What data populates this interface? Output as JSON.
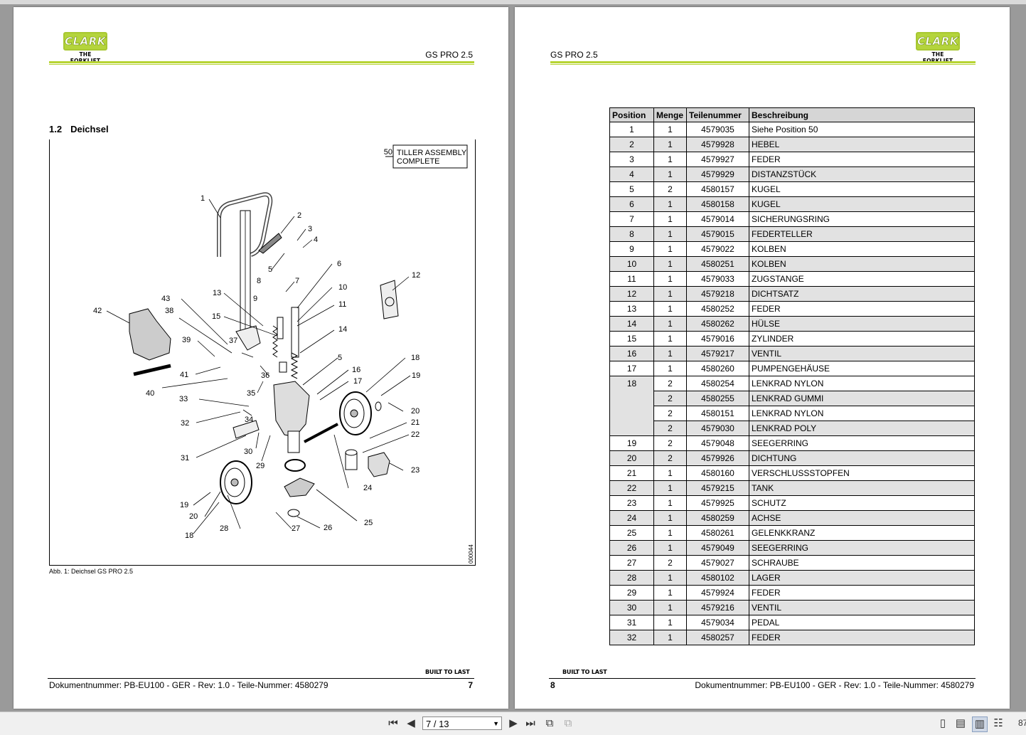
{
  "left_page": {
    "logo_text": "CLARK",
    "logo_sub": "THE FORKLIFT",
    "model": "GS PRO 2.5",
    "section_number": "1.2",
    "section_title": "Deichsel",
    "figure": {
      "callout_number": "50",
      "callout_line1": "TILLER ASSEMBLY",
      "callout_line2": "COMPLETE",
      "image_code": "000044",
      "part_labels": [
        "1",
        "2",
        "3",
        "4",
        "5",
        "6",
        "7",
        "8",
        "9",
        "10",
        "11",
        "12",
        "13",
        "14",
        "15",
        "5",
        "16",
        "17",
        "18",
        "19",
        "20",
        "21",
        "22",
        "23",
        "24",
        "25",
        "26",
        "27",
        "28",
        "18",
        "20",
        "19",
        "29",
        "30",
        "31",
        "32",
        "33",
        "34",
        "35",
        "36",
        "37",
        "38",
        "39",
        "40",
        "41",
        "42",
        "43"
      ]
    },
    "caption": "Abb. 1: Deichsel GS PRO 2.5",
    "built_to_last": "BUILT TO LAST",
    "footer_doc": "Dokumentnummer: PB-EU100 - GER - Rev: 1.0 - Teile-Nummer: 4580279",
    "page_number": "7"
  },
  "right_page": {
    "logo_text": "CLARK",
    "logo_sub": "THE FORKLIFT",
    "model": "GS PRO 2.5",
    "table": {
      "headers": [
        "Position",
        "Menge",
        "Teilenummer",
        "Beschreibung"
      ],
      "rows": [
        {
          "pos": "1",
          "qty": "1",
          "part": "4579035",
          "desc": "Siehe Position 50"
        },
        {
          "pos": "2",
          "qty": "1",
          "part": "4579928",
          "desc": "HEBEL"
        },
        {
          "pos": "3",
          "qty": "1",
          "part": "4579927",
          "desc": "FEDER"
        },
        {
          "pos": "4",
          "qty": "1",
          "part": "4579929",
          "desc": "DISTANZSTÜCK"
        },
        {
          "pos": "5",
          "qty": "2",
          "part": "4580157",
          "desc": "KUGEL"
        },
        {
          "pos": "6",
          "qty": "1",
          "part": "4580158",
          "desc": "KUGEL"
        },
        {
          "pos": "7",
          "qty": "1",
          "part": "4579014",
          "desc": "SICHERUNGSRING"
        },
        {
          "pos": "8",
          "qty": "1",
          "part": "4579015",
          "desc": "FEDERTELLER"
        },
        {
          "pos": "9",
          "qty": "1",
          "part": "4579022",
          "desc": "KOLBEN"
        },
        {
          "pos": "10",
          "qty": "1",
          "part": "4580251",
          "desc": "KOLBEN"
        },
        {
          "pos": "11",
          "qty": "1",
          "part": "4579033",
          "desc": "ZUGSTANGE"
        },
        {
          "pos": "12",
          "qty": "1",
          "part": "4579218",
          "desc": "DICHTSATZ"
        },
        {
          "pos": "13",
          "qty": "1",
          "part": "4580252",
          "desc": "FEDER"
        },
        {
          "pos": "14",
          "qty": "1",
          "part": "4580262",
          "desc": "HÜLSE"
        },
        {
          "pos": "15",
          "qty": "1",
          "part": "4579016",
          "desc": "ZYLINDER"
        },
        {
          "pos": "16",
          "qty": "1",
          "part": "4579217",
          "desc": "VENTIL"
        },
        {
          "pos": "17",
          "qty": "1",
          "part": "4580260",
          "desc": "PUMPENGEHÄUSE"
        }
      ],
      "group18": {
        "pos": "18",
        "items": [
          {
            "qty": "2",
            "part": "4580254",
            "desc": "LENKRAD NYLON"
          },
          {
            "qty": "2",
            "part": "4580255",
            "desc": "LENKRAD GUMMI"
          },
          {
            "qty": "2",
            "part": "4580151",
            "desc": "LENKRAD NYLON"
          },
          {
            "qty": "2",
            "part": "4579030",
            "desc": "LENKRAD POLY"
          }
        ]
      },
      "rows_after": [
        {
          "pos": "19",
          "qty": "2",
          "part": "4579048",
          "desc": "SEEGERRING"
        },
        {
          "pos": "20",
          "qty": "2",
          "part": "4579926",
          "desc": "DICHTUNG"
        },
        {
          "pos": "21",
          "qty": "1",
          "part": "4580160",
          "desc": "VERSCHLUSSSTOPFEN"
        },
        {
          "pos": "22",
          "qty": "1",
          "part": "4579215",
          "desc": "TANK"
        },
        {
          "pos": "23",
          "qty": "1",
          "part": "4579925",
          "desc": "SCHUTZ"
        },
        {
          "pos": "24",
          "qty": "1",
          "part": "4580259",
          "desc": "ACHSE"
        },
        {
          "pos": "25",
          "qty": "1",
          "part": "4580261",
          "desc": "GELENKKRANZ"
        },
        {
          "pos": "26",
          "qty": "1",
          "part": "4579049",
          "desc": "SEEGERRING"
        },
        {
          "pos": "27",
          "qty": "2",
          "part": "4579027",
          "desc": "SCHRAUBE"
        },
        {
          "pos": "28",
          "qty": "1",
          "part": "4580102",
          "desc": "LAGER"
        },
        {
          "pos": "29",
          "qty": "1",
          "part": "4579924",
          "desc": "FEDER"
        },
        {
          "pos": "30",
          "qty": "1",
          "part": "4579216",
          "desc": "VENTIL"
        },
        {
          "pos": "31",
          "qty": "1",
          "part": "4579034",
          "desc": "PEDAL"
        },
        {
          "pos": "32",
          "qty": "1",
          "part": "4580257",
          "desc": "FEDER"
        }
      ]
    },
    "built_to_last": "BUILT TO LAST",
    "footer_doc": "Dokumentnummer: PB-EU100 - GER - Rev: 1.0 - Teile-Nummer: 4580279",
    "page_number": "8"
  },
  "toolbar": {
    "page_indicator": "7 / 13",
    "zoom": "87"
  }
}
